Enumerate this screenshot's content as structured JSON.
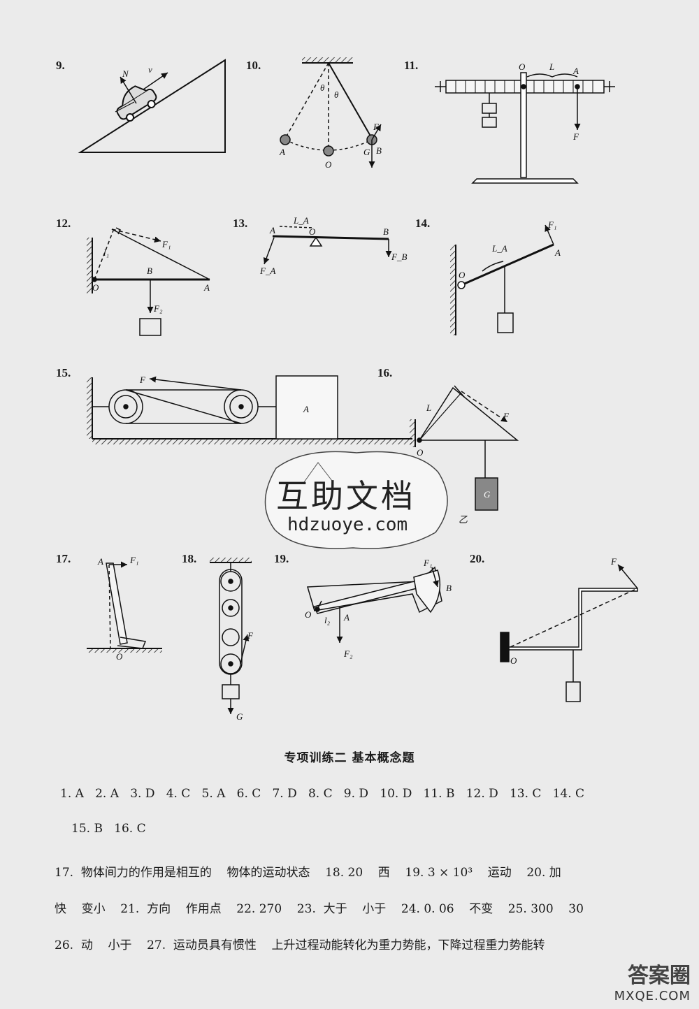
{
  "problem_numbers": [
    "9.",
    "10.",
    "11.",
    "12.",
    "13.",
    "14.",
    "15.",
    "16.",
    "17.",
    "18.",
    "19.",
    "20."
  ],
  "figure_labels": {
    "f9": [
      "N",
      "v"
    ],
    "f10": [
      "θ",
      "θ",
      "A",
      "O",
      "G",
      "B",
      "F"
    ],
    "f11": [
      "O",
      "L",
      "A",
      "F"
    ],
    "f12": [
      "l₁",
      "F₁",
      "B",
      "O",
      "A",
      "F₂"
    ],
    "f13": [
      "A",
      "L_A",
      "O",
      "B",
      "F_A",
      "F_B"
    ],
    "f14": [
      "F₁",
      "L_A",
      "A",
      "O"
    ],
    "f15": [
      "F",
      "A"
    ],
    "f16": [
      "L",
      "F",
      "O",
      "G",
      "乙"
    ],
    "f17": [
      "A",
      "F₁",
      "O"
    ],
    "f18": [
      "F",
      "G"
    ],
    "f19": [
      "F₁",
      "B",
      "O",
      "l₂",
      "A",
      "F₂"
    ],
    "f20": [
      "F",
      "O"
    ]
  },
  "section_title": "专项训练二    基本概念题",
  "answers": {
    "line1": "1. A   2. A   3. D   4. C   5. A   6. C   7. D   8. C   9. D   10. D   11. B   12. D   13. C   14. C",
    "line2": "15. B   16. C",
    "line3": "17.  物体间力的作用是相互的    物体的运动状态    18. 20    西    19. 3 × 10³    运动    20. 加",
    "line4": "快    变小    21.  方向    作用点    22. 270    23.  大于    小于    24. 0. 06    不变    25. 300    30",
    "line5": "26.  动    小于    27.  运动员具有惯性    上升过程动能转化为重力势能，下降过程重力势能转"
  },
  "watermark": {
    "cn": "互助文档",
    "url": "hdzuoye.com"
  },
  "corner_logo": {
    "cn": "答案圈",
    "url": "MXQE.COM"
  }
}
